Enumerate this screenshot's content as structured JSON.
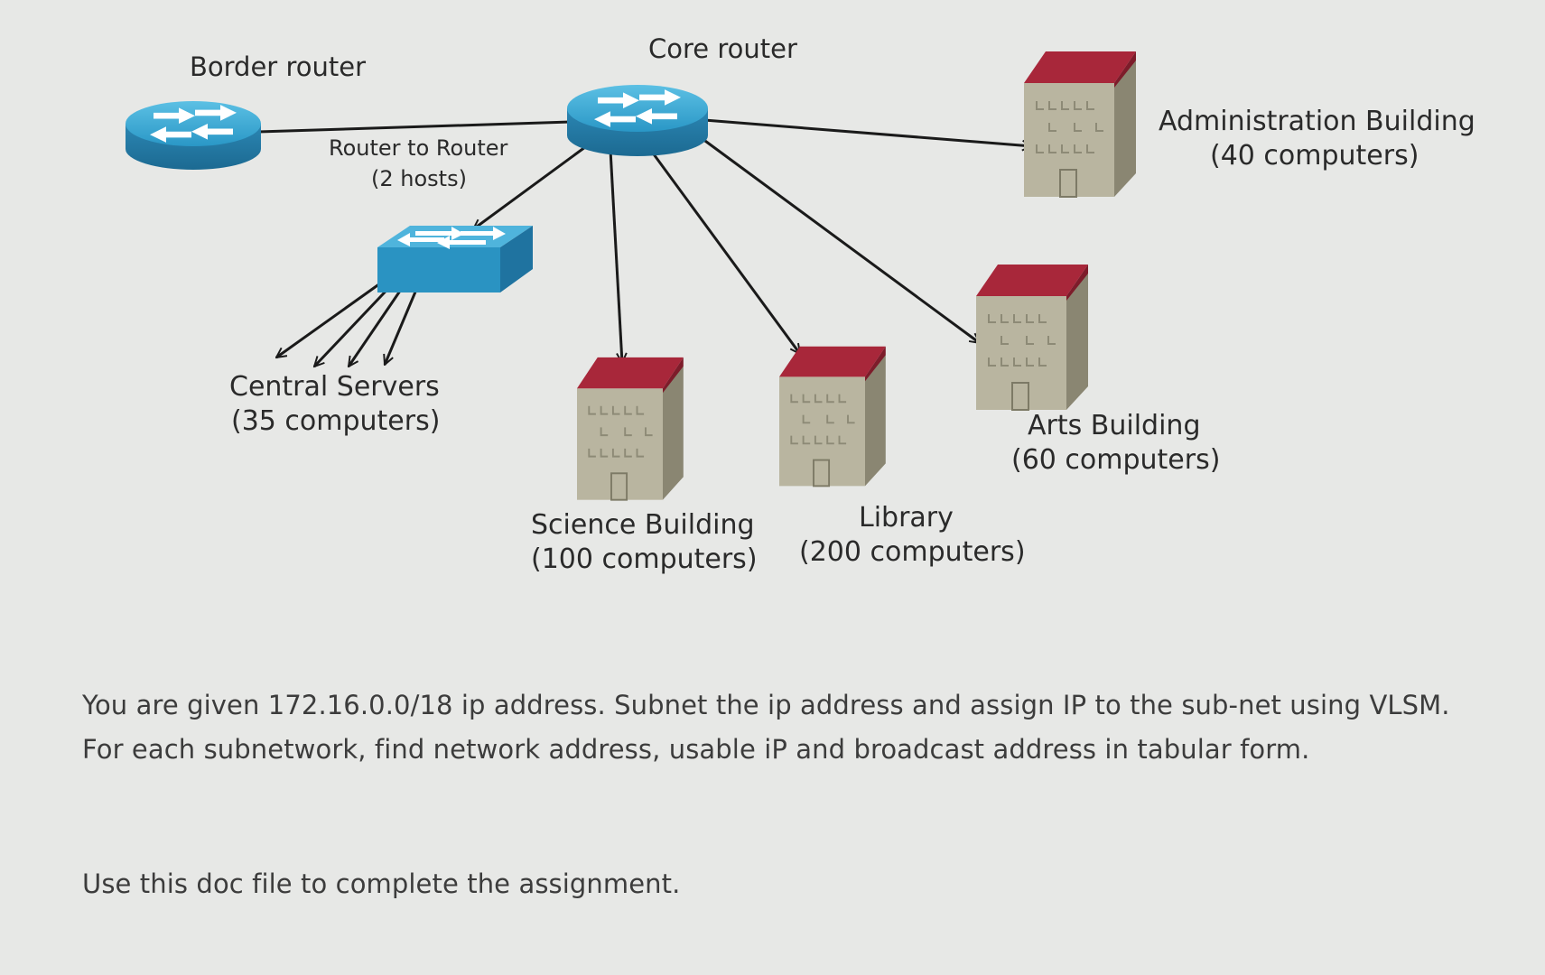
{
  "diagram": {
    "nodes": {
      "border_router": {
        "label": "Border router"
      },
      "core_router": {
        "label": "Core router"
      },
      "switch": {
        "label": ""
      },
      "central_servers": {
        "label": "Central Servers",
        "detail": "(35 computers)"
      },
      "science_building": {
        "label": "Science Building",
        "detail": "(100 computers)"
      },
      "library": {
        "label": "Library",
        "detail": "(200 computers)"
      },
      "arts_building": {
        "label": "Arts Building",
        "detail": "(60 computers)"
      },
      "administration_building": {
        "label": "Administration Building",
        "detail": "(40 computers)"
      }
    },
    "edges": [
      {
        "from": "border_router",
        "to": "core_router",
        "label": "Router to Router",
        "detail": "(2 hosts)"
      },
      {
        "from": "core_router",
        "to": "switch"
      },
      {
        "from": "switch",
        "to": "central_servers"
      },
      {
        "from": "core_router",
        "to": "science_building"
      },
      {
        "from": "core_router",
        "to": "library"
      },
      {
        "from": "core_router",
        "to": "arts_building"
      },
      {
        "from": "core_router",
        "to": "administration_building"
      }
    ]
  },
  "text": {
    "line1": "You are given 172.16.0.0/18 ip address. Subnet the ip address and assign IP to the sub-net using VLSM.",
    "line2": "For each subnetwork, find network address, usable iP and broadcast address in tabular form.",
    "note": "Use this doc file to complete the assignment."
  },
  "colors": {
    "device_blue": "#2d98c8",
    "roof_red": "#a82a36",
    "wall_tan": "#b7b39e"
  }
}
